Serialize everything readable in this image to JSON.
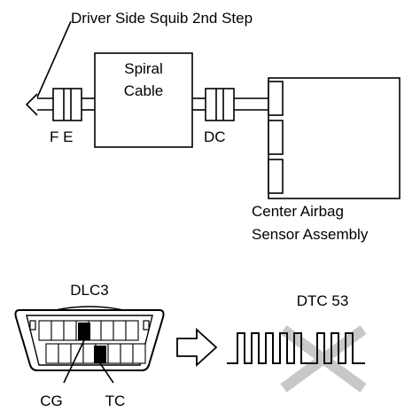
{
  "labels": {
    "squib": "Driver Side Squib 2nd Step",
    "spiral_line1": "Spiral",
    "spiral_line2": "Cable",
    "connector_fe": "F E",
    "connector_dc": "DC",
    "sensor_line1": "Center Airbag",
    "sensor_line2": "Sensor Assembly",
    "dlc": "DLC3",
    "dtc": "DTC 53",
    "cg": "CG",
    "tc": "TC"
  },
  "colors": {
    "line": "#000000",
    "cross": "#c8c8c8",
    "terminal_fill": "#000000"
  },
  "icons": {
    "arrow": "hollow-right-arrow-icon",
    "cross": "x-mark-icon"
  }
}
